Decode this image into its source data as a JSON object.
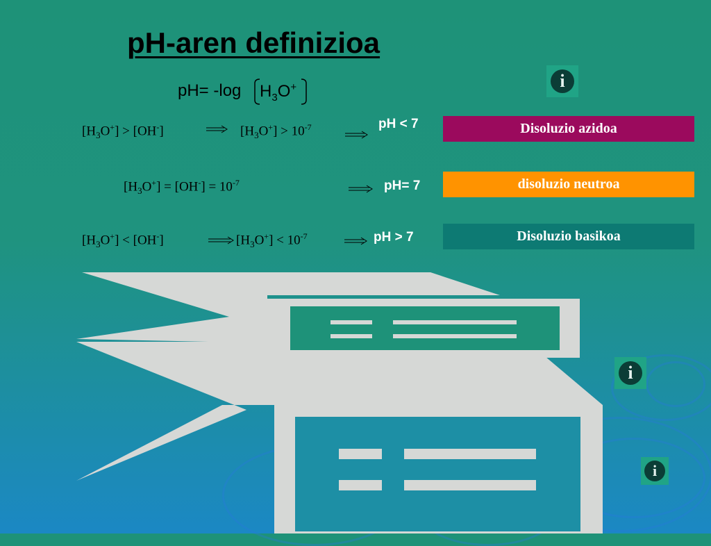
{
  "title": "pH-aren definizioa",
  "definition": {
    "prefix": "pH= -log ",
    "species": "H",
    "sub": "3",
    "rest": "O",
    "sup": "+"
  },
  "rows": [
    {
      "left": {
        "a": "[H",
        "a_sub": "3",
        "b": "O",
        "b_sup": "+",
        "c": "] > [OH",
        "c_sup": "-",
        "d": "]"
      },
      "mid": {
        "a": "[H",
        "a_sub": "3",
        "b": "O",
        "b_sup": "+",
        "c": "] > 10",
        "c_sup": "-7"
      },
      "ph": "pH < 7",
      "result": "Disoluzio azidoa",
      "color": "#9b0a5d"
    },
    {
      "full": {
        "a": "[H",
        "a_sub": "3",
        "b": "O",
        "b_sup": "+",
        "c": "] = [OH",
        "c_sup": "-",
        "d": "] = 10",
        "d_sup": "-7"
      },
      "ph": "pH= 7",
      "result": "disoluzio neutroa",
      "color": "#ff9300"
    },
    {
      "left": {
        "a": "[H",
        "a_sub": "3",
        "b": "O",
        "b_sup": "+",
        "c": "] < [OH",
        "c_sup": "-",
        "d": "]"
      },
      "mid": {
        "a": "[H",
        "a_sub": "3",
        "b": "O",
        "b_sup": "+",
        "c": "] < 10",
        "c_sup": "-7"
      },
      "ph": "pH > 7",
      "result": "Disoluzio basikoa",
      "color": "#0d7a73"
    }
  ],
  "icons": [
    "info-icon",
    "decorative-paper-graphic",
    "arrow-icon"
  ]
}
